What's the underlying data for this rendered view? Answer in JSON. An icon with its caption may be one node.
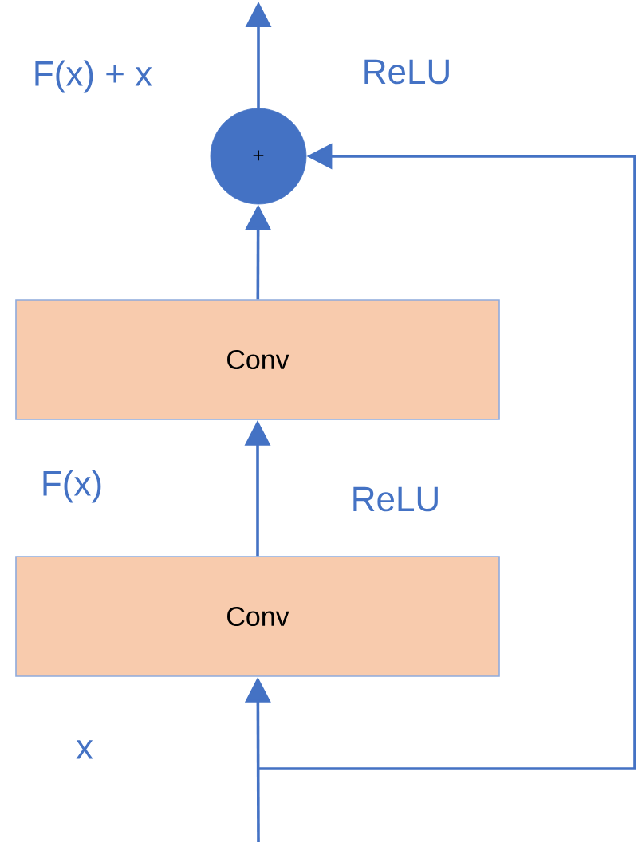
{
  "diagram": {
    "nodes": [
      {
        "text": [
          "+"
        ]
      },
      {
        "text": [
          "Conv"
        ]
      },
      {
        "text": [
          "Conv"
        ]
      }
    ],
    "edges": [
      {
        "from": null,
        "to": 2,
        "arrow": "to"
      },
      {
        "from": 2,
        "to": 1,
        "arrow": "to"
      },
      {
        "from": 1,
        "to": 0,
        "arrow": "to"
      },
      {
        "from": 0,
        "to": null,
        "arrow": "to"
      },
      {
        "from": null,
        "to": 0,
        "arrow": "to"
      }
    ],
    "labels": [
      "F(x) + x",
      "ReLU",
      "F(x)",
      "ReLU",
      "x"
    ]
  }
}
